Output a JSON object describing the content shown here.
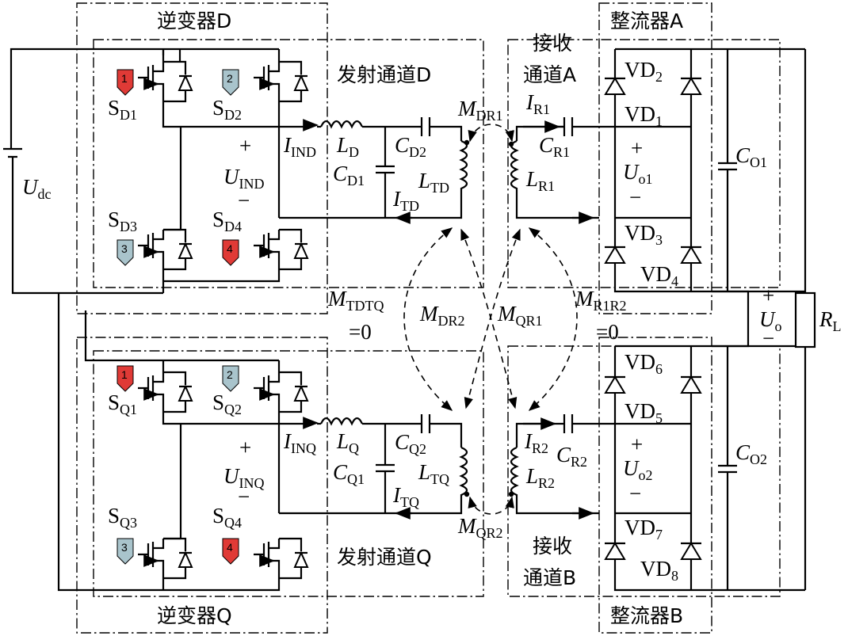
{
  "labels": {
    "inverter_d": "逆变器D",
    "inverter_q": "逆变器Q",
    "rectifier_a": "整流器A",
    "rectifier_b": "整流器B",
    "tx_channel_d": "发射通道D",
    "tx_channel_q": "发射通道Q",
    "rx_a_line1": "接收",
    "rx_a_line2": "通道A",
    "rx_b_line1": "接收",
    "rx_b_line2": "通道B"
  },
  "source": {
    "symbol": "U",
    "sub": "dc"
  },
  "load": {
    "symbol": "R",
    "sub": "L"
  },
  "output": {
    "plus": "+",
    "symbol": "U",
    "sub": "o",
    "minus": "−"
  },
  "switches": {
    "d1": {
      "s": "S",
      "sub": "D1",
      "badge": "1"
    },
    "d2": {
      "s": "S",
      "sub": "D2",
      "badge": "2"
    },
    "d3": {
      "s": "S",
      "sub": "D3",
      "badge": "3"
    },
    "d4": {
      "s": "S",
      "sub": "D4",
      "badge": "4"
    },
    "q1": {
      "s": "S",
      "sub": "Q1",
      "badge": "1"
    },
    "q2": {
      "s": "S",
      "sub": "Q2",
      "badge": "2"
    },
    "q3": {
      "s": "S",
      "sub": "Q3",
      "badge": "3"
    },
    "q4": {
      "s": "S",
      "sub": "Q4",
      "badge": "4"
    }
  },
  "inverter_voltage": {
    "d": {
      "plus": "+",
      "symbol": "U",
      "sub": "IND",
      "minus": "−"
    },
    "q": {
      "plus": "+",
      "symbol": "U",
      "sub": "INQ",
      "minus": "−"
    }
  },
  "components": {
    "i_ind": {
      "symbol": "I",
      "sub": "IND"
    },
    "l_d": {
      "symbol": "L",
      "sub": "D"
    },
    "c_d1": {
      "symbol": "C",
      "sub": "D1"
    },
    "c_d2": {
      "symbol": "C",
      "sub": "D2"
    },
    "l_td": {
      "symbol": "L",
      "sub": "TD"
    },
    "i_td": {
      "symbol": "I",
      "sub": "TD"
    },
    "i_inq": {
      "symbol": "I",
      "sub": "INQ"
    },
    "l_q": {
      "symbol": "L",
      "sub": "Q"
    },
    "c_q1": {
      "symbol": "C",
      "sub": "Q1"
    },
    "c_q2": {
      "symbol": "C",
      "sub": "Q2"
    },
    "l_tq": {
      "symbol": "L",
      "sub": "TQ"
    },
    "i_tq": {
      "symbol": "I",
      "sub": "TQ"
    },
    "i_r1": {
      "symbol": "I",
      "sub": "R1"
    },
    "c_r1": {
      "symbol": "C",
      "sub": "R1"
    },
    "l_r1": {
      "symbol": "L",
      "sub": "R1"
    },
    "i_r2": {
      "symbol": "I",
      "sub": "R2"
    },
    "c_r2": {
      "symbol": "C",
      "sub": "R2"
    },
    "l_r2": {
      "symbol": "L",
      "sub": "R2"
    },
    "c_o1": {
      "symbol": "C",
      "sub": "O1"
    },
    "c_o2": {
      "symbol": "C",
      "sub": "O2"
    },
    "u_o1": {
      "plus": "+",
      "symbol": "U",
      "sub": "o1",
      "minus": "−"
    },
    "u_o2": {
      "plus": "+",
      "symbol": "U",
      "sub": "o2",
      "minus": "−"
    }
  },
  "diodes": {
    "vd1": {
      "s": "VD",
      "sub": "1"
    },
    "vd2": {
      "s": "VD",
      "sub": "2"
    },
    "vd3": {
      "s": "VD",
      "sub": "3"
    },
    "vd4": {
      "s": "VD",
      "sub": "4"
    },
    "vd5": {
      "s": "VD",
      "sub": "5"
    },
    "vd6": {
      "s": "VD",
      "sub": "6"
    },
    "vd7": {
      "s": "VD",
      "sub": "7"
    },
    "vd8": {
      "s": "VD",
      "sub": "8"
    }
  },
  "mutuals": {
    "m_dr1": {
      "symbol": "M",
      "sub": "DR1"
    },
    "m_qr2": {
      "symbol": "M",
      "sub": "QR2"
    },
    "m_dr2": {
      "symbol": "M",
      "sub": "DR2"
    },
    "m_qr1": {
      "symbol": "M",
      "sub": "QR1"
    },
    "m_tdtq": {
      "symbol": "M",
      "sub": "TDTQ",
      "value": "=0"
    },
    "m_r1r2": {
      "symbol": "M",
      "sub": "R1R2",
      "value": "=0"
    }
  },
  "colors": {
    "badge_red": "#e03a36",
    "badge_blue": "#a9c4cc"
  }
}
